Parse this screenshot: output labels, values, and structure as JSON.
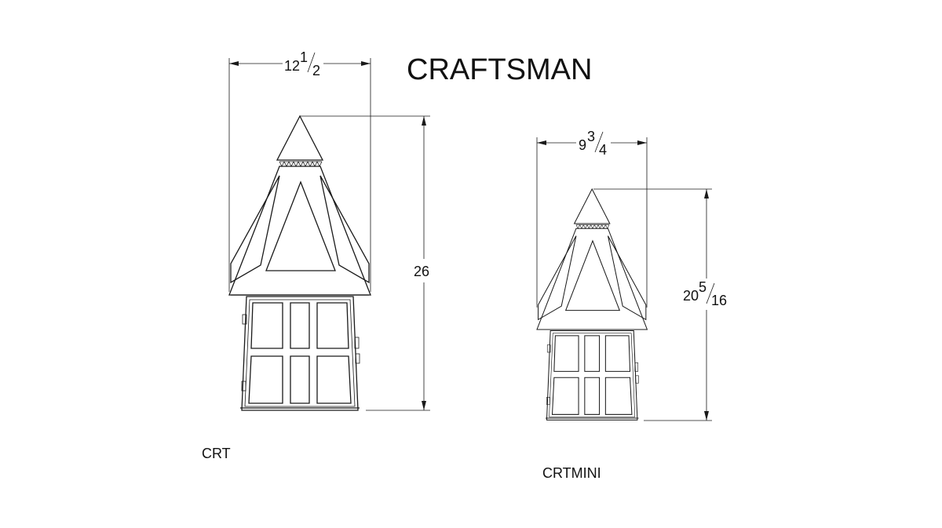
{
  "title": "CRAFTSMAN",
  "crt": {
    "label": "CRT",
    "width_whole": "12",
    "width_num": "1",
    "width_den": "2",
    "height": "26"
  },
  "crtmini": {
    "label": "CRTMINI",
    "width_whole": "9",
    "width_num": "3",
    "width_den": "4",
    "height_whole": "20",
    "height_num": "5",
    "height_den": "16"
  },
  "colors": {
    "line": "#1a1a1a",
    "background": "#ffffff"
  }
}
